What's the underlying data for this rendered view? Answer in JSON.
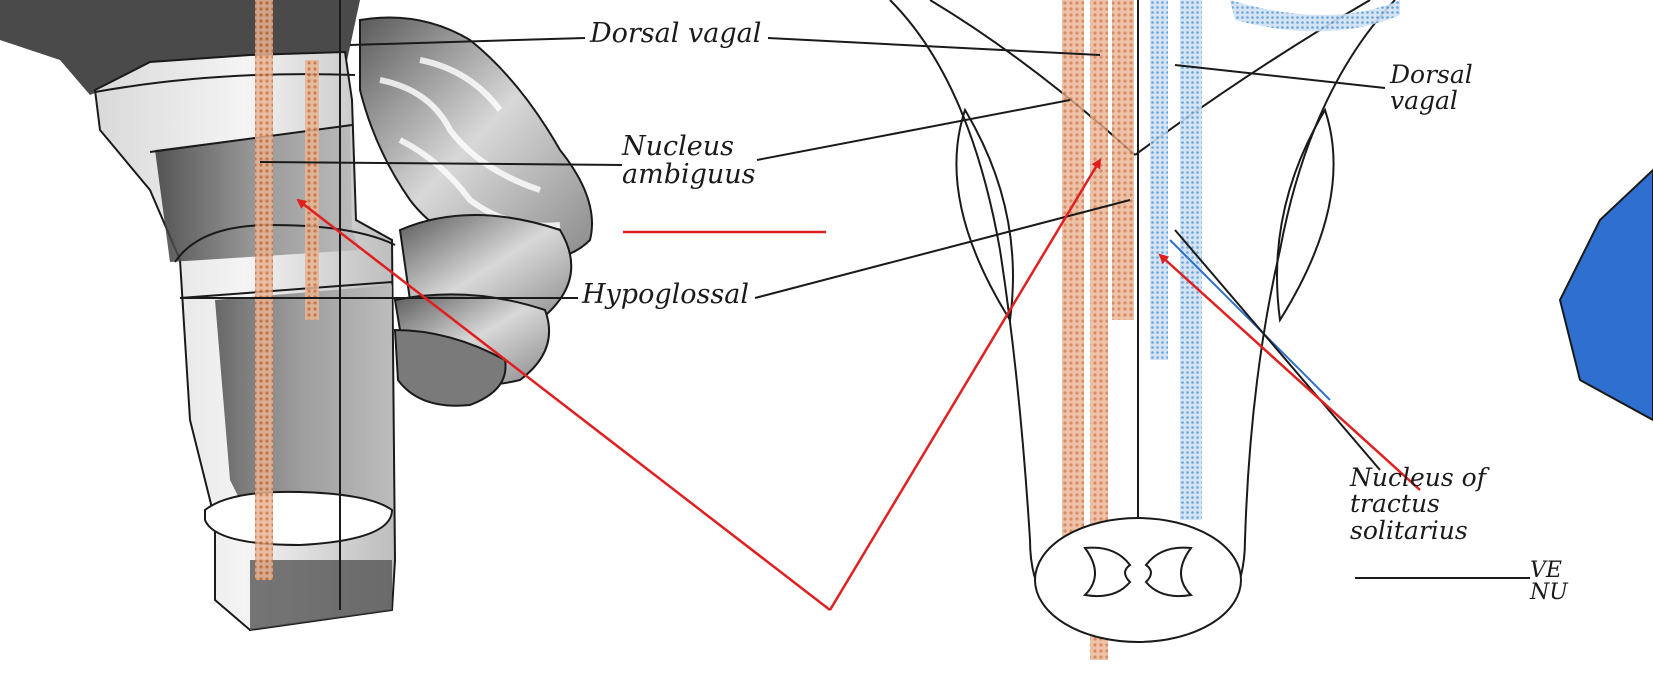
{
  "labels": {
    "dorsal_vagal_left": "Dorsal vagal",
    "nucleus_ambiguus_line1": "Nucleus",
    "nucleus_ambiguus_line2": "ambiguus",
    "hypoglossal": "Hypoglossal",
    "dorsal_vagal_right_line1": "Dorsal",
    "dorsal_vagal_right_line2": "vagal",
    "solitarius_line1": "Nucleus of",
    "solitarius_line2": "tractus",
    "solitarius_line3": "solitarius",
    "cut_line1": "VE",
    "cut_line2": "NU"
  },
  "colors": {
    "motor_nucleus": "#d98a5f",
    "sensory_nucleus": "#5b9bd6",
    "annotation_arrow": "#e02020",
    "outline": "#1a1a1a",
    "blue_shape": "#2f6fcf"
  }
}
